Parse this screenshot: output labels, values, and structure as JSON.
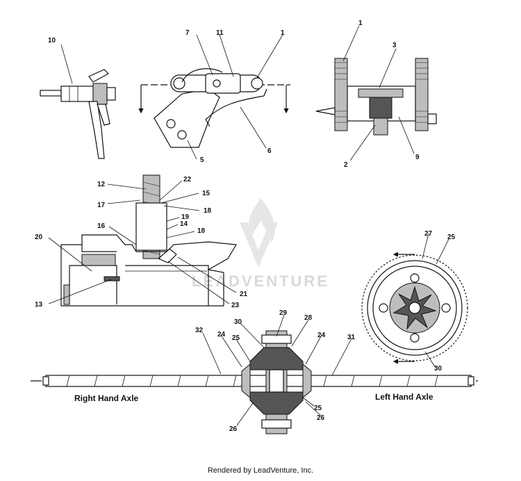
{
  "callouts": {
    "c1a": "1",
    "c1b": "1",
    "c2": "2",
    "c3": "3",
    "c5": "5",
    "c6": "6",
    "c7": "7",
    "c9": "9",
    "c10": "10",
    "c11": "11",
    "c12": "12",
    "c13": "13",
    "c14": "14",
    "c15": "15",
    "c16": "16",
    "c17": "17",
    "c18a": "18",
    "c18b": "18",
    "c19": "19",
    "c20": "20",
    "c21": "21",
    "c22": "22",
    "c23": "23",
    "c24a": "24",
    "c24b": "24",
    "c25a": "25",
    "c25b": "25",
    "c25c": "25",
    "c26a": "26",
    "c26b": "26",
    "c27": "27",
    "c28": "28",
    "c29": "29",
    "c30a": "30",
    "c30b": "30",
    "c31": "31",
    "c32": "32"
  },
  "labels": {
    "right_axle": "Right Hand Axle",
    "left_axle": "Left Hand Axle"
  },
  "watermark": "LEADVENTURE",
  "footer": "Rendered by LeadVenture, Inc."
}
